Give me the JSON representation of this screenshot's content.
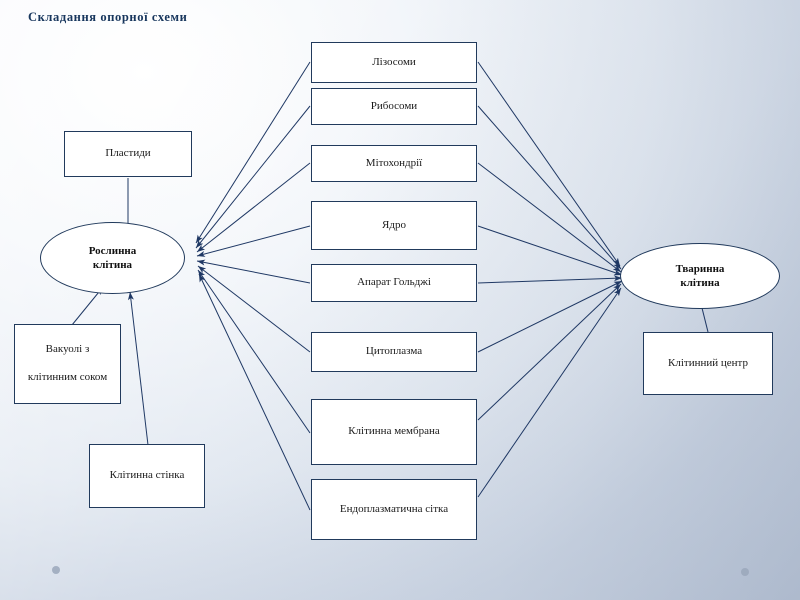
{
  "slide": {
    "title": "Складання  опорної  схеми",
    "background_accent": "#c2ccdc",
    "line_color": "#1f3864",
    "box_border": "#213a5c",
    "box_fill": "#ffffff"
  },
  "nodes": {
    "plant_cell": {
      "label_line1": "Рослинна",
      "label_line2": "клітина"
    },
    "animal_cell": {
      "label_line1": "Тваринна",
      "label_line2": "клітина"
    },
    "plastids": {
      "label": "Пластиди"
    },
    "vacuoles": {
      "label_line1": "Вакуолі з",
      "label_line2": "клітинним  соком"
    },
    "cell_wall": {
      "label": "Клітинна  стінка"
    },
    "cell_center": {
      "label": "Клітинний  центр"
    }
  },
  "organelles": [
    {
      "label": "Лізосоми"
    },
    {
      "label": "Рибосоми"
    },
    {
      "label": "Мітохондрії"
    },
    {
      "label": "Ядро"
    },
    {
      "label": "Апарат Гольджі"
    },
    {
      "label": "Цитоплазма"
    },
    {
      "label": "Клітинна  мембрана"
    },
    {
      "label": "Ендоплазматична  сітка"
    }
  ],
  "decorations": {
    "dot_left": "bullet-dot",
    "dot_right": "bullet-dot"
  }
}
